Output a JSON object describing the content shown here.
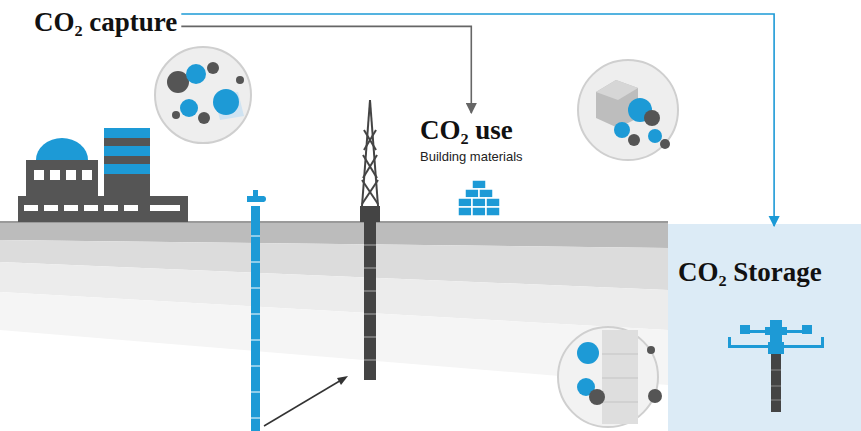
{
  "diagram": {
    "nodes": [
      {
        "text": [
          "CO₂ capture"
        ]
      },
      {
        "text": [
          "CO₂ use",
          "Building materials"
        ]
      },
      {
        "text": [
          "CO₂ Storage"
        ]
      }
    ],
    "edges": [
      {
        "from": 0,
        "to": 1,
        "arrow": "to"
      },
      {
        "from": 0,
        "to": 2,
        "arrow": "to"
      }
    ]
  }
}
